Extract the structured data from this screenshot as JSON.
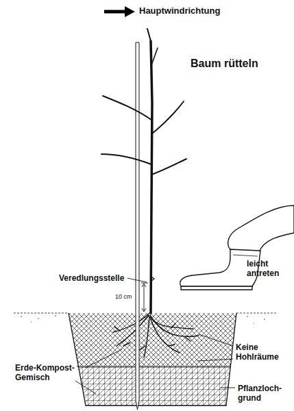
{
  "diagram": {
    "labels": [
      "Hauptwindrichtung",
      "Baum rütteln",
      "leicht antreten",
      "Veredlungsstelle",
      "10 cm",
      "Keine Hohlräume",
      "Erde-Kompost- Gemisch",
      "Pflanzloch- grund"
    ]
  }
}
